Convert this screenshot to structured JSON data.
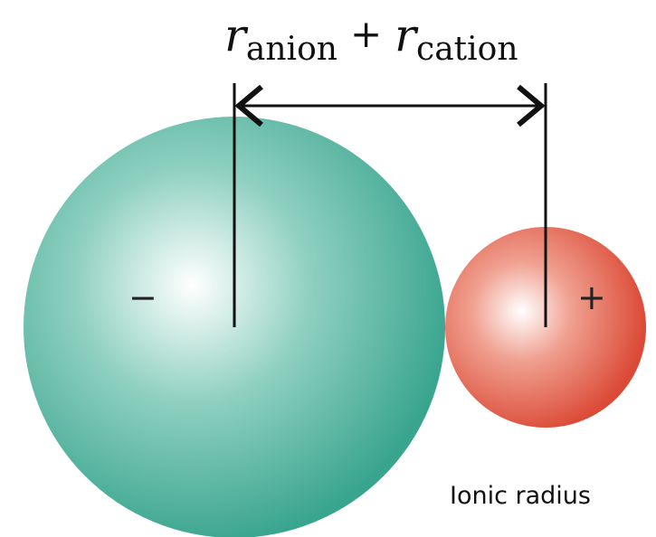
{
  "formula": {
    "r1": "r",
    "sub1": "anion",
    "plus": "+",
    "r2": "r",
    "sub2": "cation"
  },
  "anion": {
    "sign": "−",
    "color": "#3aa58f",
    "highlight": "#ffffff"
  },
  "cation": {
    "sign": "+",
    "color": "#db4a36",
    "highlight": "#ffffff"
  },
  "caption": "Ionic radius",
  "line_color": "#111111"
}
